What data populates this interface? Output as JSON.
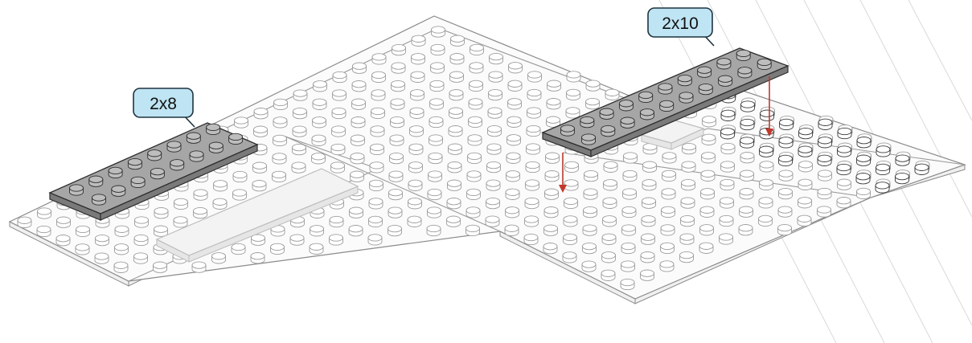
{
  "callouts": {
    "plate_2x8": {
      "label": "2x8"
    },
    "plate_2x10": {
      "label": "2x10"
    }
  },
  "colors": {
    "baseplate": "#fbfbfb",
    "baseplate_outline": "#8a8a8a",
    "plate_dark": "#a6a6a6",
    "plate_ghost": "#f3f3f3",
    "callout_fill": "#bfe4f3",
    "arrow": "#c0392b"
  },
  "parts": {
    "new_plate_left": {
      "size": "2x8",
      "studs_long": 8,
      "studs_wide": 2
    },
    "new_plate_right": {
      "size": "2x10",
      "studs_long": 10,
      "studs_wide": 2
    }
  }
}
